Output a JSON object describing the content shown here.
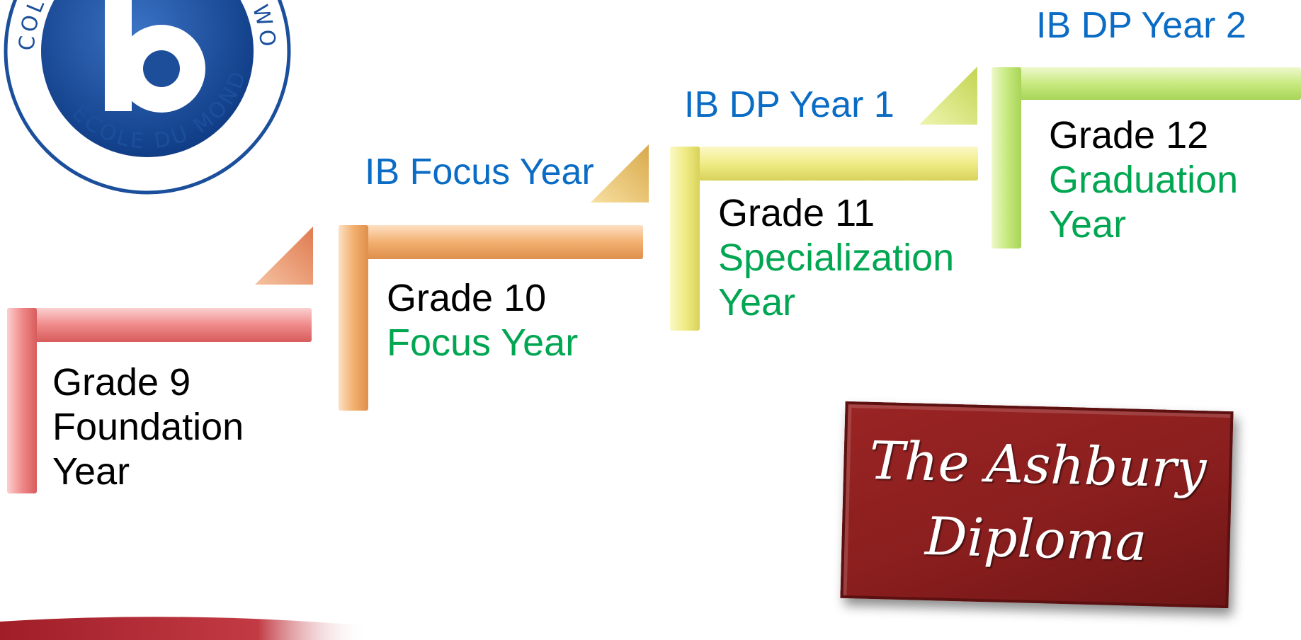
{
  "logo": {
    "ring_text_top": "COLEGIO DEL MUNDO · WORLD SCHOOL ·",
    "ring_text_bottom": "ÉCOLE DU MONDE"
  },
  "steps": [
    {
      "grade": "Grade 9",
      "year_lines": [
        "Foundation",
        "Year"
      ],
      "year_color": "#000000",
      "color": "#f08a8a"
    },
    {
      "grade": "Grade 10",
      "year_lines": [
        "Focus Year"
      ],
      "year_color": "#00a651",
      "ib_label": "IB Focus Year",
      "color": "#f2b070"
    },
    {
      "grade": "Grade 11",
      "year_lines": [
        "Specialization",
        "Year"
      ],
      "year_color": "#00a651",
      "ib_label": "IB DP Year 1",
      "color": "#f0ec86"
    },
    {
      "grade": "Grade 12",
      "year_lines": [
        "Graduation",
        "Year"
      ],
      "year_color": "#00a651",
      "ib_label": "IB DP Year 2",
      "color": "#c8ea80"
    }
  ],
  "plaque": {
    "line1": "The Ashbury",
    "line2": "Diploma",
    "color": "#8a1e1e"
  },
  "colors": {
    "ib_label": "#0a6cc4",
    "year_accent": "#00a651"
  }
}
